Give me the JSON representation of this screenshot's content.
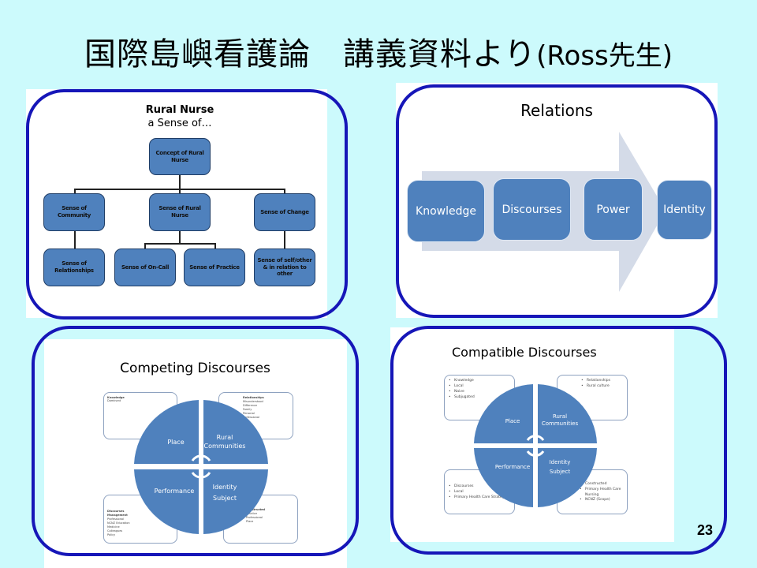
{
  "slide": {
    "title_main": "国際島嶼看護論　講義資料より",
    "title_sub": "(Ross先生)",
    "page_number": "23",
    "colors": {
      "background": "#ccfafc",
      "frame_border": "#1616b8",
      "node_fill": "#4f81bd",
      "arrow_fill": "#d4dbe8"
    }
  },
  "org_chart": {
    "title_line1": "Rural Nurse",
    "title_line2": "a Sense of…",
    "root": "Concept of Rural Nurse",
    "level1": [
      {
        "label": "Sense of Community",
        "children": [
          "Sense of Relationships"
        ]
      },
      {
        "label": "Sense of Rural Nurse",
        "children": [
          "Sense of On-Call",
          "Sense of Practice"
        ]
      },
      {
        "label": "Sense of Change",
        "children": [
          "Sense of self/other & in relation to other"
        ]
      }
    ]
  },
  "relations": {
    "title": "Relations",
    "steps": [
      "Knowledge",
      "Discourses",
      "Power",
      "Identity"
    ]
  },
  "competing": {
    "title": "Competing Discourses",
    "quadrants": {
      "top_left": "Place",
      "top_right_line1": "Rural",
      "top_right_line2": "Communities",
      "bottom_left": "Performance",
      "bottom_right_line1": "Identity",
      "bottom_right_line2": "Subject"
    },
    "notes": {
      "top_left": [
        "Knowledge",
        "Dominant"
      ],
      "top_right": [
        "Relationships",
        "Misunderstood",
        "Difference",
        "Family",
        "Personal",
        "Professional"
      ],
      "bottom_left": [
        "Discourses",
        "Management",
        "Professional",
        "NCNZ Education",
        "Medicine",
        "Colleagues",
        "Policy"
      ],
      "bottom_right": [
        "Constructed",
        "Practice",
        "Professional",
        "Place"
      ]
    }
  },
  "compatible": {
    "title": "Compatible Discourses",
    "quadrants": {
      "top_left": "Place",
      "top_right_line1": "Rural",
      "top_right_line2": "Communities",
      "bottom_left": "Performance",
      "bottom_right_line1": "Identity",
      "bottom_right_line2": "Subject"
    },
    "notes": {
      "top_left": [
        "Knowledge",
        "Local",
        "Naive",
        "Subjugated"
      ],
      "top_right": [
        "Relationships",
        "Rural culture"
      ],
      "bottom_left": [
        "Discourses",
        "Local",
        "Primary Health Care Strategy"
      ],
      "bottom_right": [
        "Constructed",
        "Primary Health Care Nursing",
        "NCNZ (Scope)"
      ]
    }
  }
}
